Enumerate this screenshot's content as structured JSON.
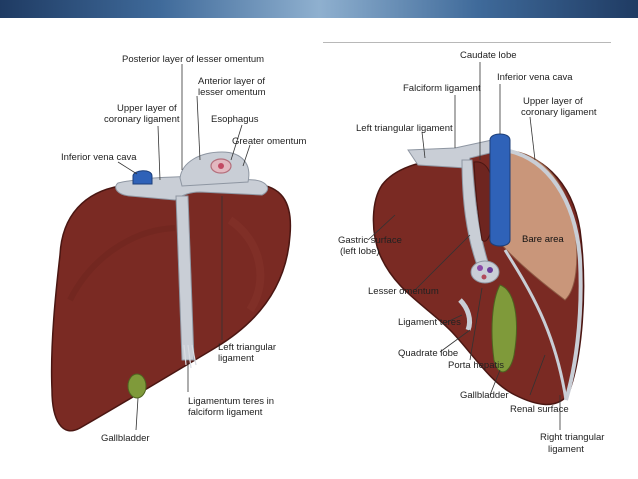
{
  "left_labels": {
    "posterior_lesser": "Posterior layer of lesser omentum",
    "anterior_lesser_1": "Anterior layer of",
    "anterior_lesser_2": "lesser omentum",
    "esophagus": "Esophagus",
    "greater_omentum": "Greater omentum",
    "upper_coronary_1": "Upper layer of",
    "upper_coronary_2": "coronary ligament",
    "ivc": "Inferior vena cava",
    "left_triangular_1": "Left triangular",
    "left_triangular_2": "ligament",
    "lig_teres_1": "Ligamentum teres in",
    "lig_teres_2": "falciform ligament",
    "gallbladder": "Gallbladder"
  },
  "right_labels": {
    "caudate": "Caudate lobe",
    "falciform": "Falciform ligament",
    "ivc": "Inferior vena cava",
    "upper_coronary_1": "Upper layer of",
    "upper_coronary_2": "coronary ligament",
    "left_triangular": "Left triangular ligament",
    "gastric_1": "Gastric surface",
    "gastric_2": "(left lobe)",
    "bare_area": "Bare area",
    "lesser_omentum": "Lesser omentum",
    "lig_teres": "Ligament teres",
    "quadrate": "Quadrate lobe",
    "porta": "Porta hepatis",
    "gallbladder": "Gallbladder",
    "renal": "Renal surface",
    "right_triangular_1": "Right triangular",
    "right_triangular_2": "ligament"
  },
  "colors": {
    "liver": "#7a2a23",
    "liver_dark": "#5e1d18",
    "peritoneum": "#c9ced6",
    "ivc": "#2f62b8",
    "gallbladder": "#7f9a3a",
    "bare_area": "#c9967a"
  }
}
